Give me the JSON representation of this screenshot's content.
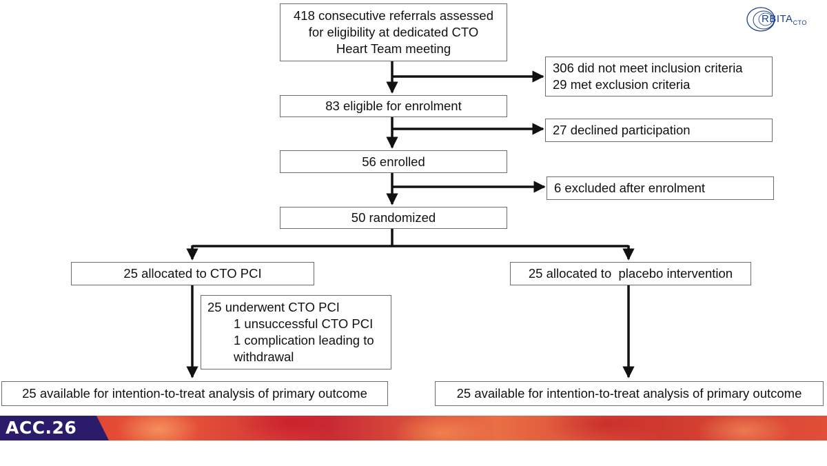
{
  "flowchart": {
    "assessed": [
      "418 consecutive referrals assessed",
      "for eligibility at dedicated CTO",
      "Heart Team meeting"
    ],
    "not_eligible": [
      "306 did not meet inclusion criteria",
      "29 met exclusion criteria"
    ],
    "eligible": "83 eligible for enrolment",
    "declined": "27 declined participation",
    "enrolled": "56 enrolled",
    "excluded_after": "6 excluded after enrolment",
    "randomized": "50 randomized",
    "pci_arm": {
      "allocated": "25 allocated to CTO PCI",
      "underwent": "25 underwent CTO PCI",
      "unsuccessful": "1 unsuccessful CTO PCI",
      "complication": [
        "1 complication leading to",
        "withdrawal"
      ],
      "analysis": "25 available for intention-to-treat analysis of primary outcome"
    },
    "placebo_arm": {
      "allocated": "25 allocated to  placebo intervention",
      "analysis": "25 available for intention-to-treat analysis of primary outcome"
    }
  },
  "logo": {
    "text": "RBITA",
    "sub": "CTO",
    "color": "#1b3f8f"
  },
  "banner": {
    "text": "ACC.26",
    "tag_color": "#2a1c6b"
  }
}
